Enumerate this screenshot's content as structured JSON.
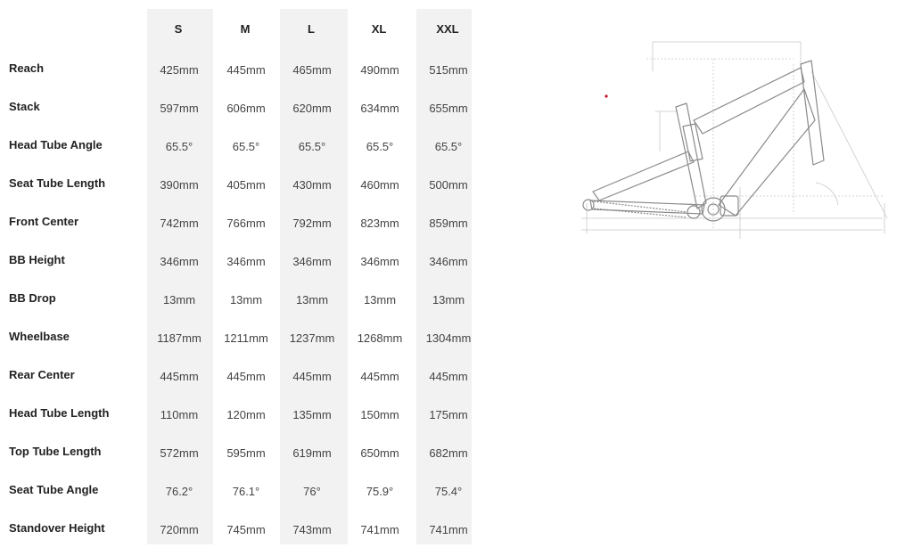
{
  "sizes": [
    "S",
    "M",
    "L",
    "XL",
    "XXL"
  ],
  "rows": [
    {
      "label": "Reach",
      "values": [
        "425mm",
        "445mm",
        "465mm",
        "490mm",
        "515mm"
      ]
    },
    {
      "label": "Stack",
      "values": [
        "597mm",
        "606mm",
        "620mm",
        "634mm",
        "655mm"
      ]
    },
    {
      "label": "Head Tube Angle",
      "values": [
        "65.5°",
        "65.5°",
        "65.5°",
        "65.5°",
        "65.5°"
      ]
    },
    {
      "label": "Seat Tube Length",
      "values": [
        "390mm",
        "405mm",
        "430mm",
        "460mm",
        "500mm"
      ]
    },
    {
      "label": "Front Center",
      "values": [
        "742mm",
        "766mm",
        "792mm",
        "823mm",
        "859mm"
      ]
    },
    {
      "label": "BB Height",
      "values": [
        "346mm",
        "346mm",
        "346mm",
        "346mm",
        "346mm"
      ]
    },
    {
      "label": "BB Drop",
      "values": [
        "13mm",
        "13mm",
        "13mm",
        "13mm",
        "13mm"
      ]
    },
    {
      "label": "Wheelbase",
      "values": [
        "1187mm",
        "1211mm",
        "1237mm",
        "1268mm",
        "1304mm"
      ]
    },
    {
      "label": "Rear Center",
      "values": [
        "445mm",
        "445mm",
        "445mm",
        "445mm",
        "445mm"
      ]
    },
    {
      "label": "Head Tube Length",
      "values": [
        "110mm",
        "120mm",
        "135mm",
        "150mm",
        "175mm"
      ]
    },
    {
      "label": "Top Tube Length",
      "values": [
        "572mm",
        "595mm",
        "619mm",
        "650mm",
        "682mm"
      ]
    },
    {
      "label": "Seat Tube Angle",
      "values": [
        "76.2°",
        "76.1°",
        "76°",
        "75.9°",
        "75.4°"
      ]
    },
    {
      "label": "Standover Height",
      "values": [
        "720mm",
        "745mm",
        "743mm",
        "741mm",
        "741mm"
      ]
    }
  ],
  "colors": {
    "column_shade": "#f2f2f2",
    "frame_line": "#8a8a8a",
    "dimension_line": "#c8c8c8",
    "accent_dot": "#c0102a"
  },
  "diagram": {
    "icon": "bike-frame-geometry-diagram"
  }
}
